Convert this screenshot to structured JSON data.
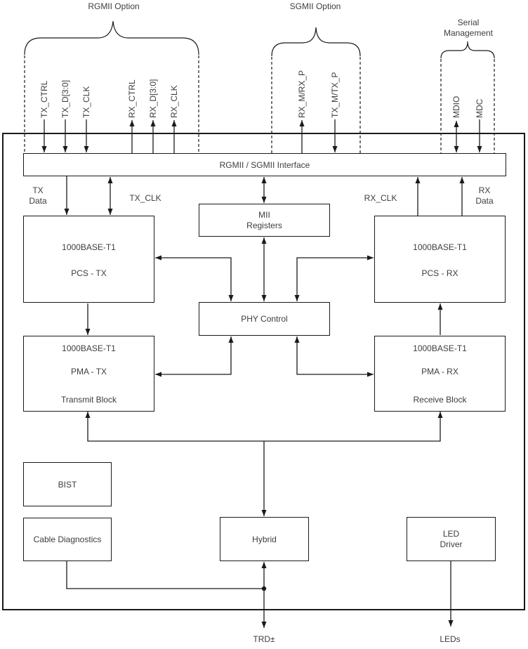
{
  "diagram": {
    "groups": {
      "rgmii": {
        "label": "RGMII Option"
      },
      "sgmii": {
        "label": "SGMII Option"
      },
      "serial": {
        "label_line1": "Serial",
        "label_line2": "Management"
      }
    },
    "signals": {
      "tx_ctrl": "TX_CTRL",
      "tx_d": "TX_D[3:0]",
      "tx_clk": "TX_CLK",
      "rx_ctrl": "RX_CTRL",
      "rx_d": "RX_D[3:0]",
      "rx_clk": "RX_CLK",
      "rx_m": "RX_M/RX_P",
      "tx_m": "TX_M/TX_P",
      "mdio": "MDIO",
      "mdc": "MDC"
    },
    "blocks": {
      "interface": {
        "label": "RGMII / SGMII Interface"
      },
      "mii": {
        "line1": "MII",
        "line2": "Registers"
      },
      "phy": {
        "label": "PHY Control"
      },
      "pcs_tx": {
        "line1": "1000BASE-T1",
        "line2": "PCS - TX"
      },
      "pcs_rx": {
        "line1": "1000BASE-T1",
        "line2": "PCS - RX"
      },
      "pma_tx": {
        "line1": "1000BASE-T1",
        "line2": "PMA - TX",
        "line3": "Transmit Block"
      },
      "pma_rx": {
        "line1": "1000BASE-T1",
        "line2": "PMA - RX",
        "line3": "Receive Block"
      },
      "bist": {
        "label": "BIST"
      },
      "cable": {
        "label": "Cable Diagnostics"
      },
      "hybrid": {
        "label": "Hybrid"
      },
      "led": {
        "line1": "LED",
        "line2": "Driver"
      }
    },
    "bus_labels": {
      "tx_data_line1": "TX",
      "tx_data_line2": "Data",
      "tx_clk": "TX_CLK",
      "rx_clk": "RX_CLK",
      "rx_data_line1": "RX",
      "rx_data_line2": "Data"
    },
    "external": {
      "trd": "TRD±",
      "leds": "LEDs"
    },
    "colors": {
      "line": "#1a1a1a",
      "text": "#3d3d3d",
      "background": "#ffffff"
    }
  }
}
